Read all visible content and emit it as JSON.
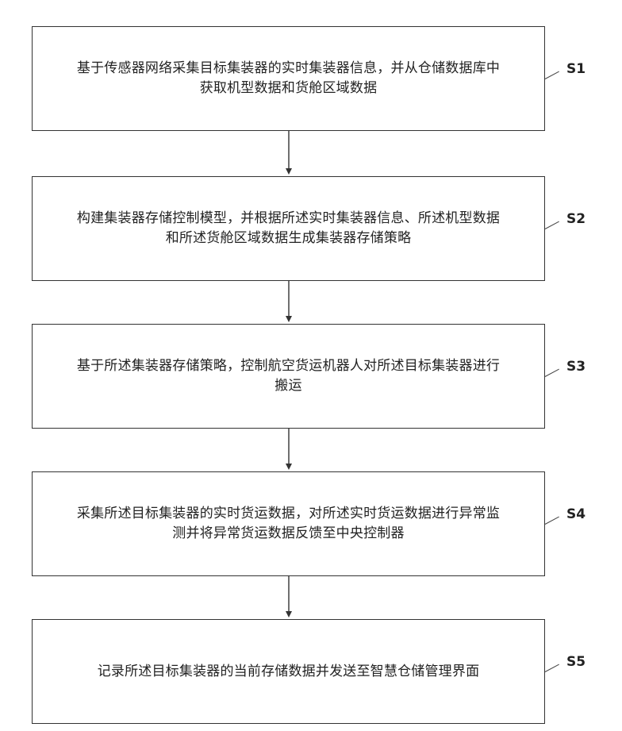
{
  "steps": [
    {
      "label": "S1",
      "lines": [
        "基于传感器网络采集目标集装器的实时集装器信息，并从仓储数据库中",
        "获取机型数据和货舱区域数据"
      ]
    },
    {
      "label": "S2",
      "lines": [
        "构建集装器存储控制模型，并根据所述实时集装器信息、所述机型数据",
        "和所述货舱区域数据生成集装器存储策略"
      ]
    },
    {
      "label": "S3",
      "lines": [
        "基于所述集装器存储策略，控制航空货运机器人对所述目标集装器进行",
        "搬运"
      ]
    },
    {
      "label": "S4",
      "lines": [
        "采集所述目标集装器的实时货运数据，对所述实时货运数据进行异常监",
        "测并将异常货运数据反馈至中央控制器"
      ]
    },
    {
      "label": "S5",
      "lines": [
        "记录所述目标集装器的当前存储数据并发送至智慧仓储管理界面"
      ]
    }
  ]
}
